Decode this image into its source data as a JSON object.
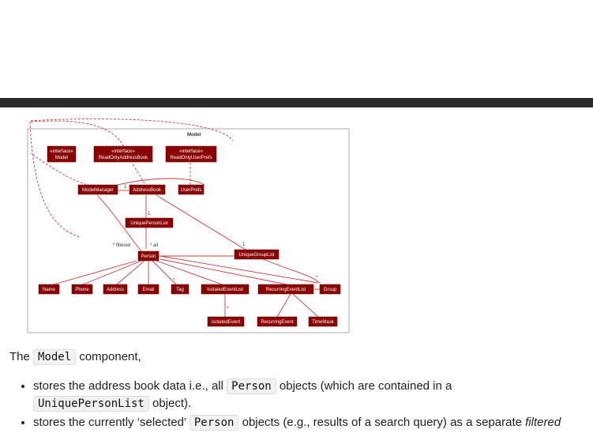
{
  "diagram": {
    "title": "Model",
    "boxes": {
      "model_iface": [
        "«interface»",
        "Model"
      ],
      "roab_iface": [
        "«interface»",
        "ReadOnlyAddressBook"
      ],
      "roup_iface": [
        "«interface»",
        "ReadOnlyUserPrefs"
      ],
      "model_manager": "ModelManager",
      "address_book": "AddressBook",
      "user_prefs": "UserPrefs",
      "unique_person_list": "UniquePersonList",
      "unique_group_list": "UniqueGroupList",
      "person": "Person",
      "name": "Name",
      "phone": "Phone",
      "address": "Address",
      "email": "Email",
      "tag": "Tag",
      "isolated_event_list": "IsolatedEventList",
      "recurring_event_list": "RecurringEventList",
      "group": "Group",
      "isolated_event": "IsolatedEvent",
      "recurring_event": "RecurringEvent",
      "time_mask": "TimeMask"
    },
    "labels": {
      "filtered": "* filtered",
      "all": "* all",
      "one_a": "1",
      "one_b": "1",
      "one_c": "1",
      "star_a": "*",
      "star_b": "*",
      "star_c": "*"
    }
  },
  "text": {
    "intro_pre": "The ",
    "intro_code": "Model",
    "intro_post": " component,",
    "b1_pre": "stores the address book data i.e., all ",
    "b1_code1": "Person",
    "b1_mid": " objects (which are contained in a ",
    "b1_code2": "UniquePersonList",
    "b1_post": " object).",
    "b2_pre": "stores the currently ‘selected’ ",
    "b2_code": "Person",
    "b2_mid": " objects (e.g., results of a search query) as a separate ",
    "b2_em": "filtered"
  },
  "colors": {
    "box_fill": "#8b0000",
    "edge": "#cc3b3b",
    "topbar": "#2b2b2b"
  }
}
